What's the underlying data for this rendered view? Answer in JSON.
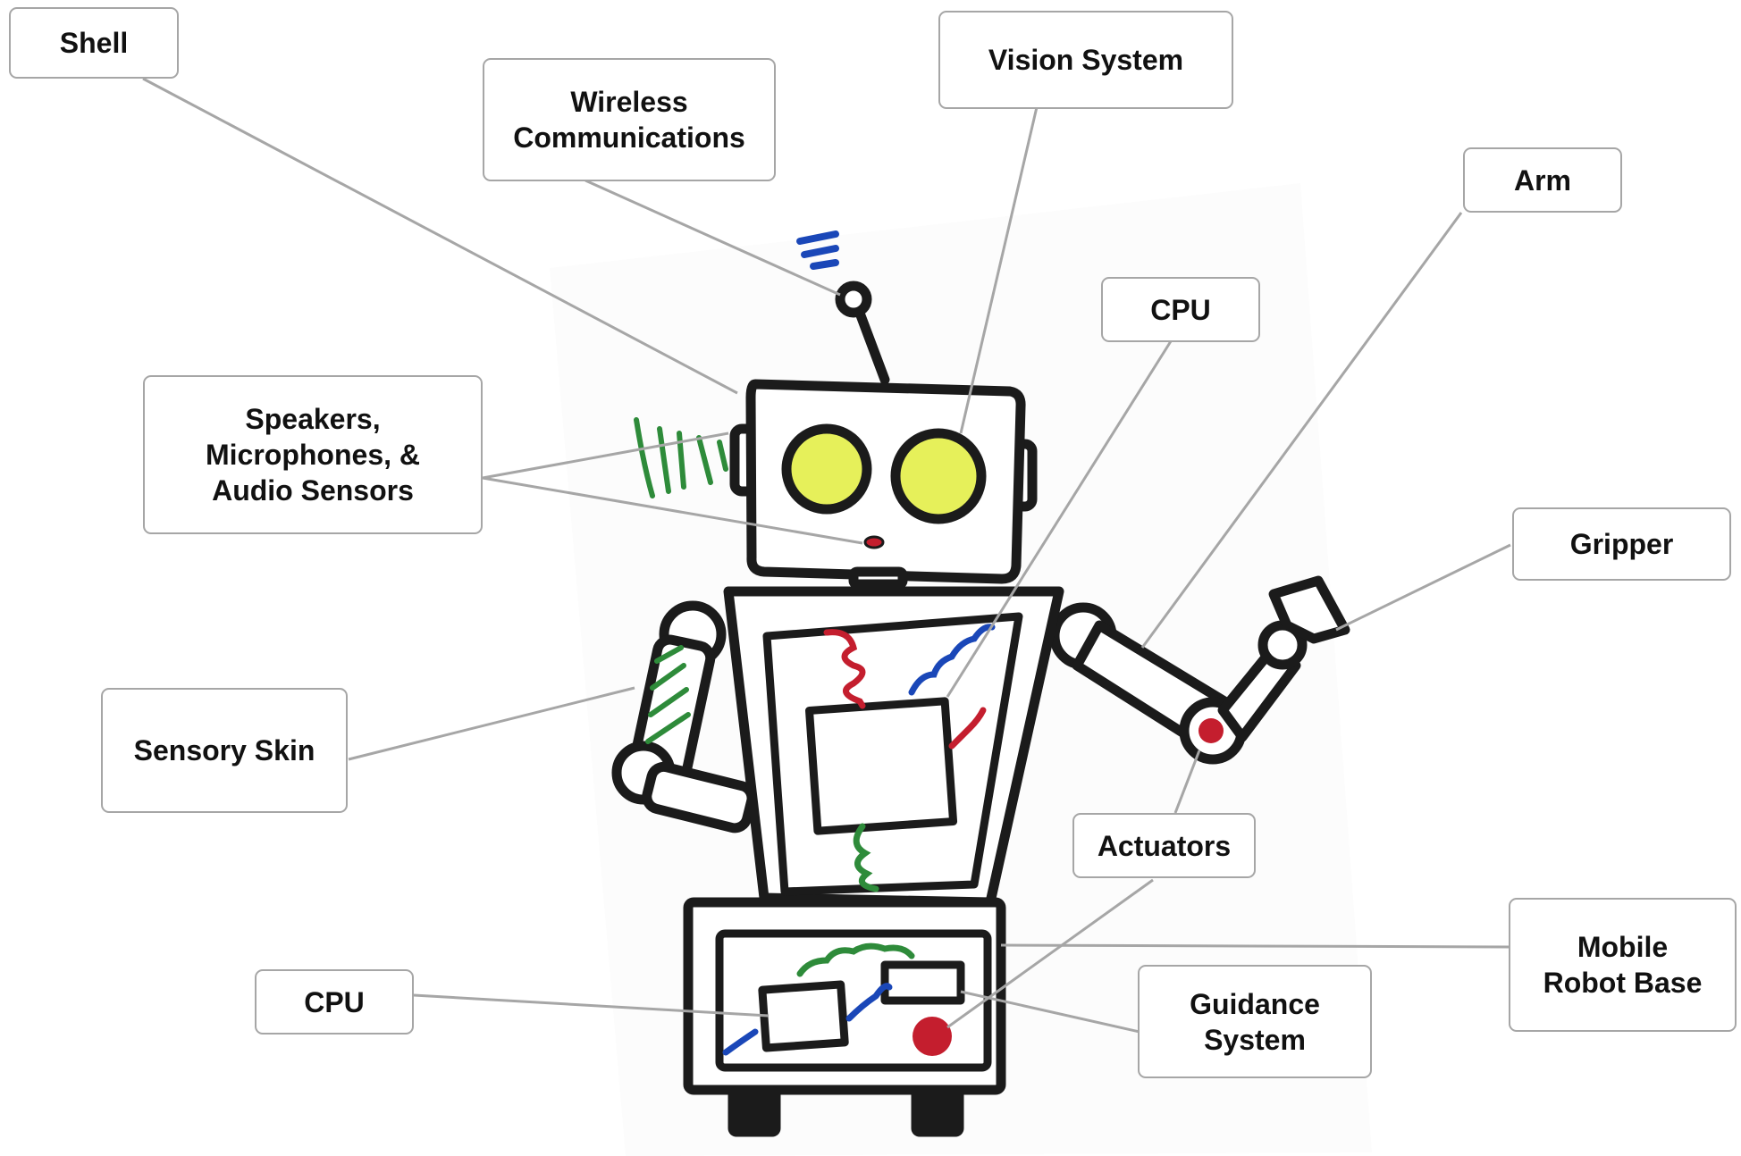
{
  "diagram": {
    "labels": {
      "shell": [
        "Shell"
      ],
      "wireless": [
        "Wireless",
        "Communications"
      ],
      "vision": [
        "Vision System"
      ],
      "arm": [
        "Arm"
      ],
      "cpu_top": [
        "CPU"
      ],
      "audio": [
        "Speakers,",
        "Microphones, &",
        "Audio Sensors"
      ],
      "gripper": [
        "Gripper"
      ],
      "skin": [
        "Sensory Skin"
      ],
      "actuators": [
        "Actuators"
      ],
      "base": [
        "Mobile",
        "Robot Base"
      ],
      "cpu_bottom": [
        "CPU"
      ],
      "guidance": [
        "Guidance",
        "System"
      ]
    },
    "colors": {
      "leader_line": "#a6a6a6",
      "ink": "#1b1b1b",
      "blue_wire": "#1a47b8",
      "red_wire": "#c41e2e",
      "green_wire": "#2e8b3a",
      "lens": "#e6f05a"
    }
  }
}
